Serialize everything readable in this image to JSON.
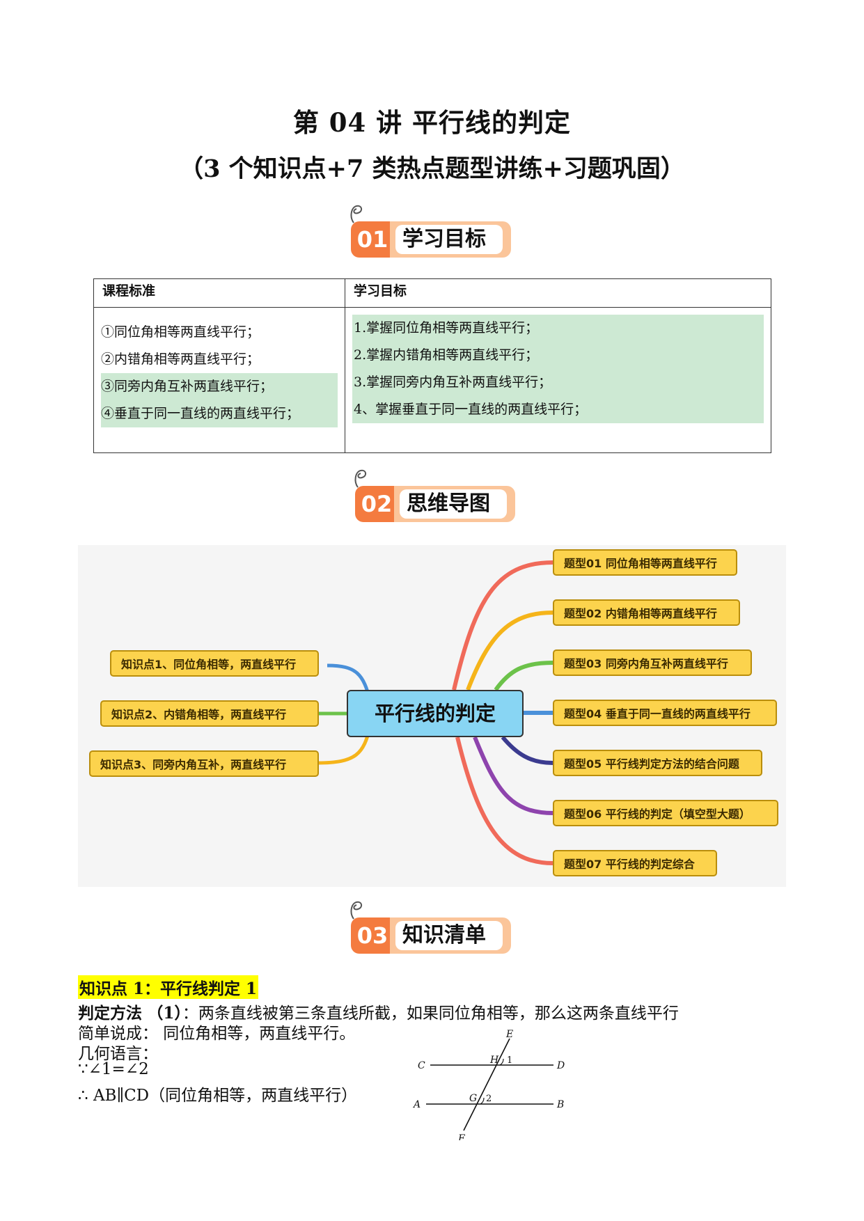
{
  "header": {
    "title": "第 04 讲  平行线的判定",
    "subtitle": "（3 个知识点+7 类热点题型讲练+习题巩固）"
  },
  "sections": [
    {
      "num": "01",
      "label": "学习目标"
    },
    {
      "num": "02",
      "label": "思维导图"
    },
    {
      "num": "03",
      "label": "知识清单"
    }
  ],
  "goals_table": {
    "col1_header": "课程标准",
    "col2_header": "学习目标",
    "standards": [
      "①同位角相等两直线平行；",
      "②内错角相等两直线平行；",
      "③同旁内角互补两直线平行；",
      "④垂直于同一直线的两直线平行；"
    ],
    "objectives": [
      "1.掌握同位角相等两直线平行；",
      "2.掌握内错角相等两直线平行；",
      "3.掌握同旁内角互补两直线平行；",
      "4、掌握垂直于同一直线的两直线平行；"
    ]
  },
  "mindmap": {
    "center": "平行线的判定",
    "left_nodes": [
      "知识点1、同位角相等，两直线平行",
      "知识点2、内错角相等，两直线平行",
      "知识点3、同旁内角互补，两直线平行"
    ],
    "right_nodes": [
      "题型01  同位角相等两直线平行",
      "题型02  内错角相等两直线平行",
      "题型03  同旁内角互补两直线平行",
      "题型04  垂直于同一直线的两直线平行",
      "题型05  平行线判定方法的结合问题",
      "题型06  平行线的判定（填空型大题）",
      "题型07  平行线的判定综合"
    ],
    "branch_colors": [
      "#f06a5a",
      "#f5b41a",
      "#6cc24a",
      "#4a90d9",
      "#3b3b8f",
      "#8e44ad",
      "#f06a5a"
    ]
  },
  "knowledge": {
    "title": "知识点 1：平行线判定 1",
    "line1_label": "判定方法",
    "line1_num": "（1）",
    "line1_text": "：两条直线被第三条直线所截，如果同位角相等，那么这两条直线平行",
    "line2": "简单说成：   同位角相等，两直线平行。",
    "line3": "几何语言：",
    "line4": "∵∠1=∠2",
    "line5": "∴ AB∥CD（同位角相等，两直线平行）"
  },
  "figure": {
    "labels": {
      "E": "E",
      "F": "F",
      "C": "C",
      "D": "D",
      "A": "A",
      "B": "B",
      "H": "H",
      "G": "G",
      "a1": "1",
      "a2": "2"
    }
  }
}
